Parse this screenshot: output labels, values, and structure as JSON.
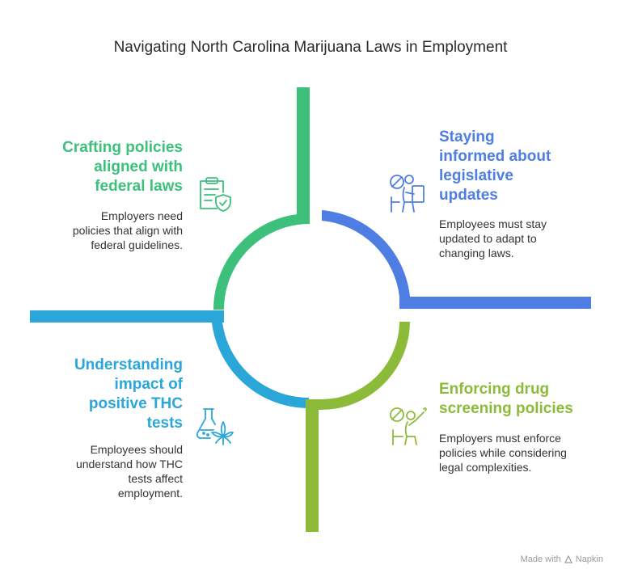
{
  "title": "Navigating North Carolina Marijuana Laws in Employment",
  "colors": {
    "green": "#3cc07c",
    "blue": "#4e7ee3",
    "cyan": "#2aa7d8",
    "lime": "#8cbb3a"
  },
  "sections": {
    "top_left": {
      "heading": [
        "Crafting policies",
        "aligned with",
        "federal laws"
      ],
      "body": [
        "Employers need",
        "policies that align with",
        "federal guidelines."
      ],
      "icon": "clipboard-shield-icon"
    },
    "top_right": {
      "heading": [
        "Staying",
        "informed about",
        "legislative",
        "updates"
      ],
      "body": [
        "Employees must stay",
        "updated to adapt to",
        "changing laws."
      ],
      "icon": "no-smoking-reader-icon"
    },
    "bottom_left": {
      "heading": [
        "Understanding",
        "impact of",
        "positive THC",
        "tests"
      ],
      "body": [
        "Employees should",
        "understand how THC",
        "tests affect",
        "employment."
      ],
      "icon": "flask-leaf-icon"
    },
    "bottom_right": {
      "heading": [
        "Enforcing drug",
        "screening policies"
      ],
      "body": [
        "Employers must enforce",
        "policies while considering",
        "legal complexities."
      ],
      "icon": "no-smoking-person-icon"
    }
  },
  "footer": {
    "made_with": "Made with",
    "brand": "Napkin"
  }
}
